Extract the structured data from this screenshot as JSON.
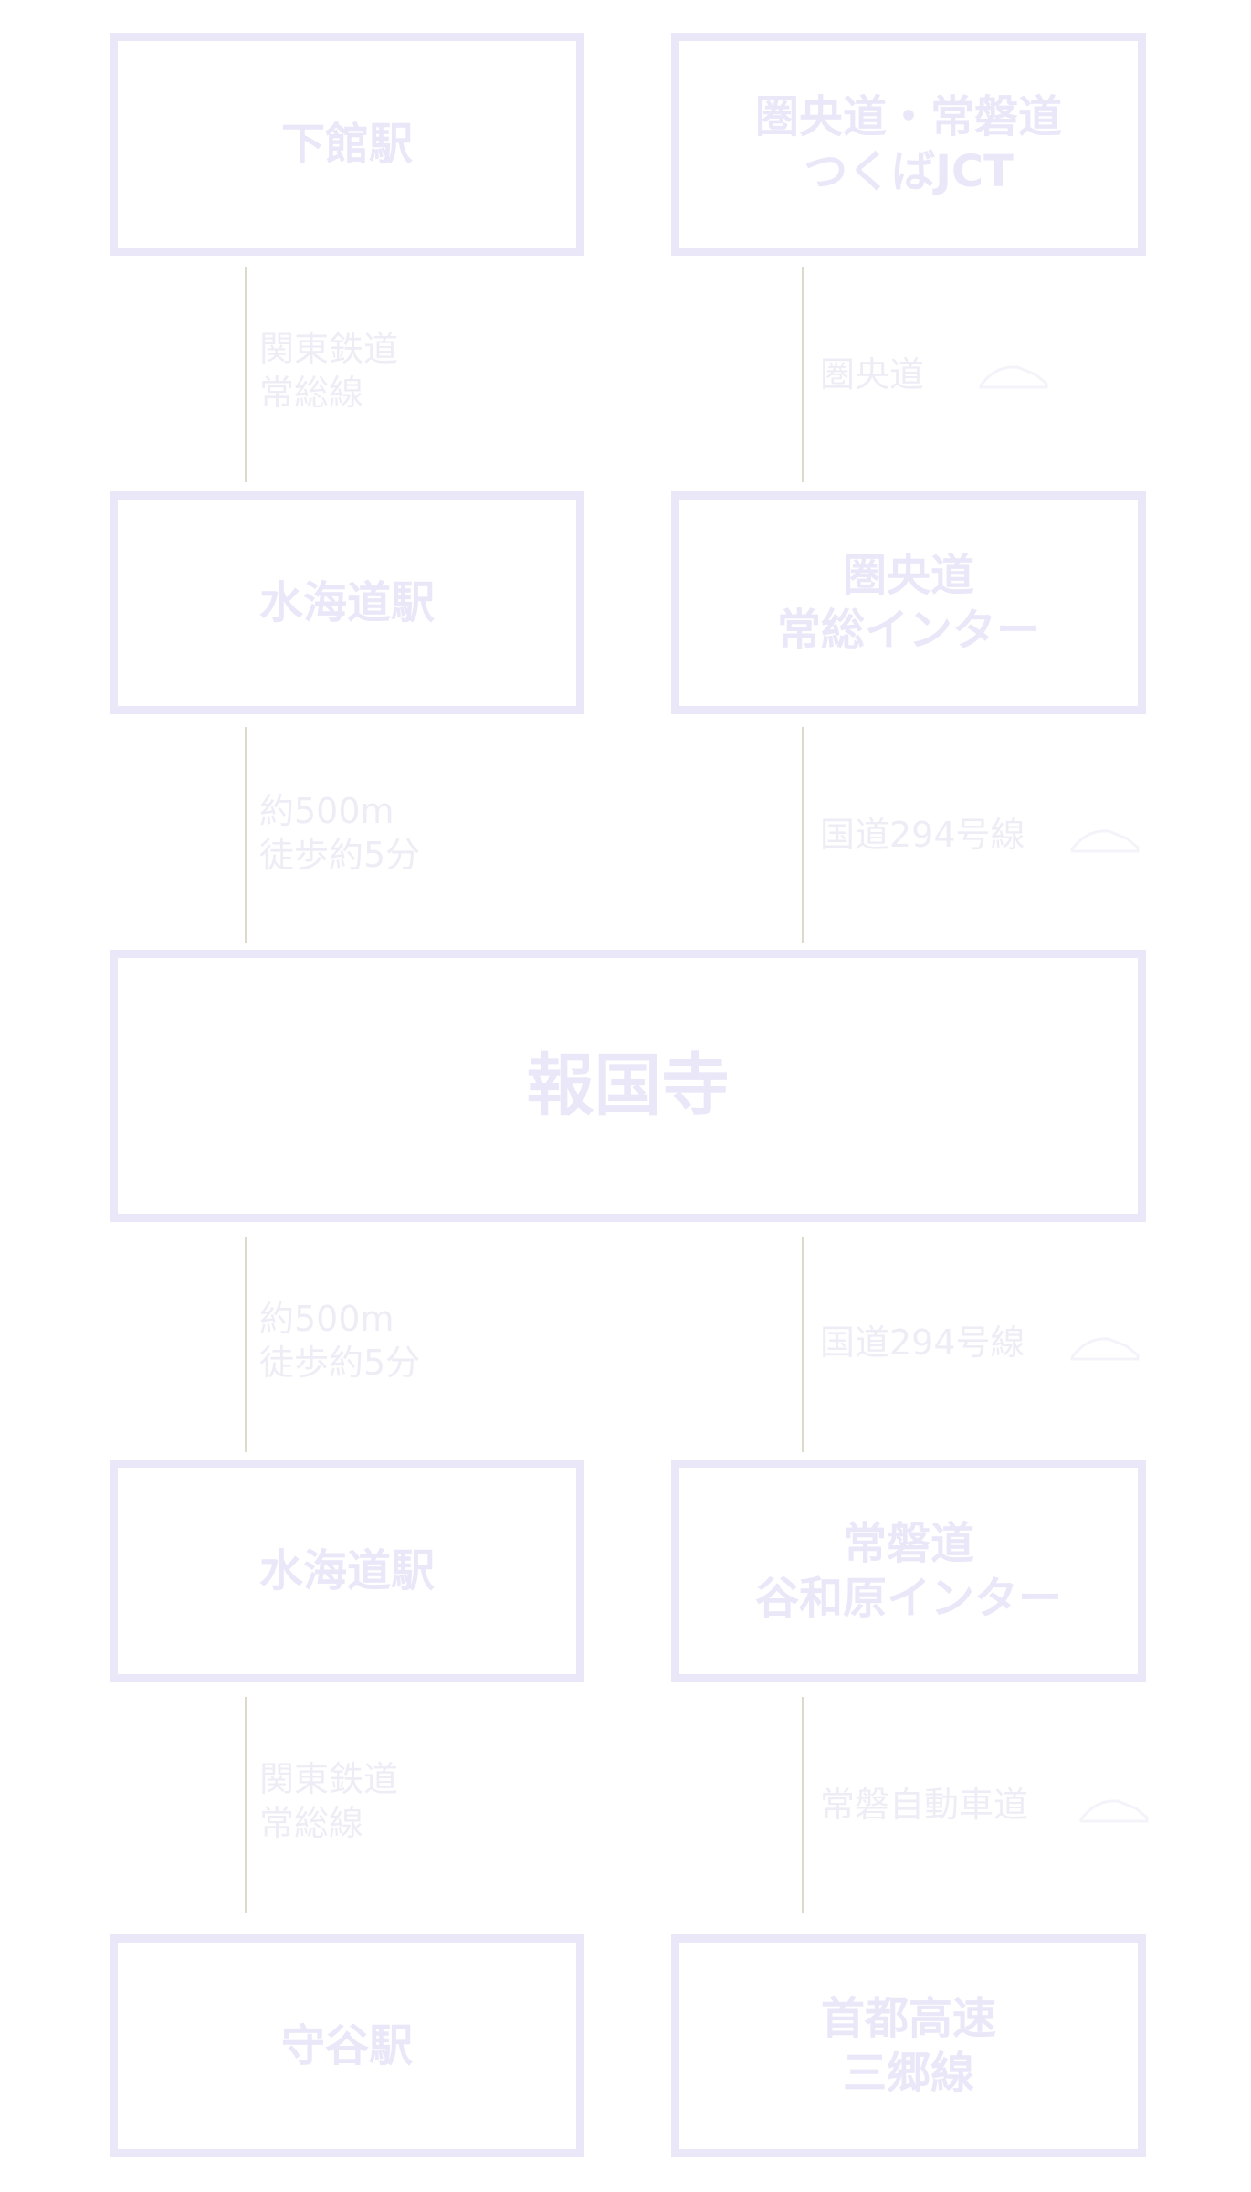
{
  "colors": {
    "box_border": "#e9e7f8",
    "box_text": "#e9e7f8",
    "connector_line": "#dddacb",
    "connector_text": "#eeedf6"
  },
  "left_column": {
    "station_1": "下館駅",
    "connector_1": "関東鉄道\n常総線",
    "station_2": "水海道駅",
    "connector_2": "約500m\n徒歩約5分",
    "connector_3": "約500m\n徒歩約5分",
    "station_3": "水海道駅",
    "connector_4": "関東鉄道\n常総線",
    "station_4": "守谷駅"
  },
  "right_column": {
    "node_1": "圏央道・常磐道\nつくばJCT",
    "connector_1": "圏央道",
    "node_2": "圏央道\n常総インター",
    "connector_2": "国道294号線",
    "connector_3": "国道294号線",
    "node_3": "常磐道\n谷和原インター",
    "connector_4": "常磐自動車道",
    "node_4": "首都高速\n三郷線"
  },
  "center": {
    "destination": "報国寺"
  }
}
